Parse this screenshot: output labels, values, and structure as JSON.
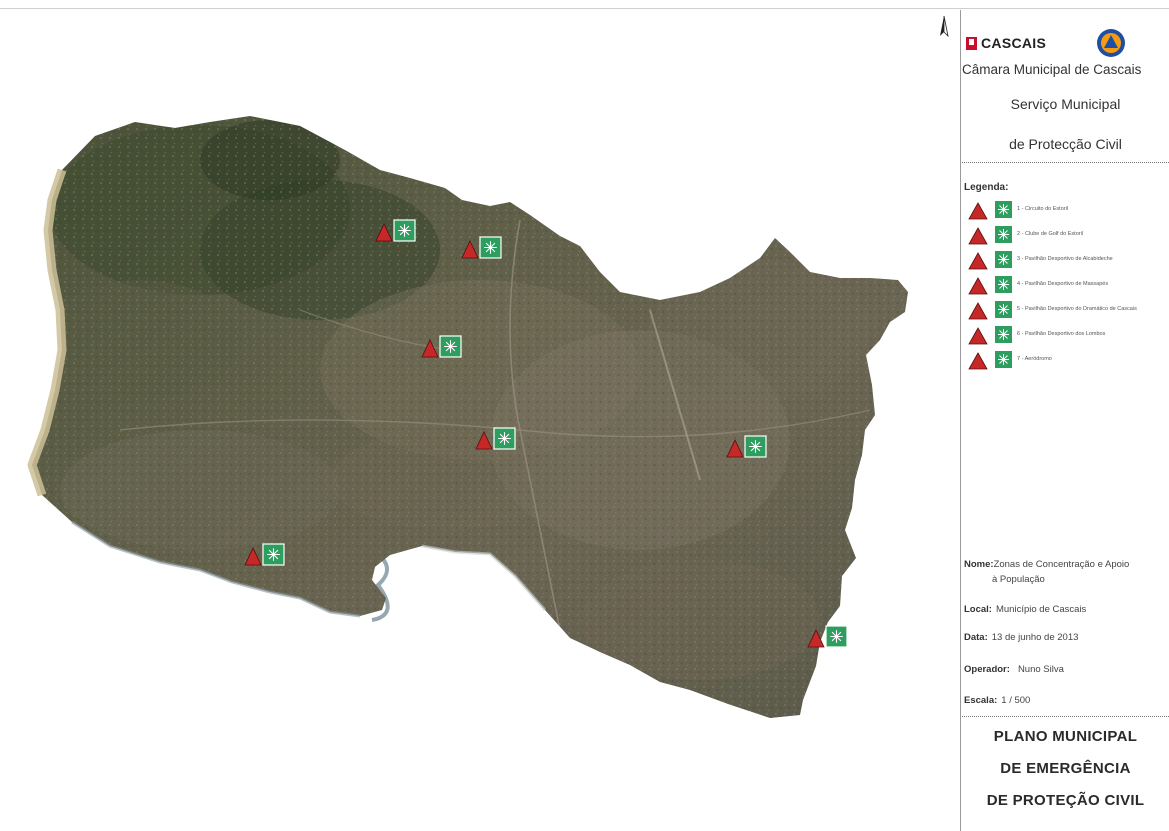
{
  "colors": {
    "hazard_red": "#c62828",
    "shelter_green": "#2e9e5e",
    "coast_sand": "#cdbf96",
    "sea_blue": "#2f4f66"
  },
  "map": {
    "markers": [
      {
        "id": 1,
        "icon": "warning-triangle-icon"
      },
      {
        "id": 2,
        "icon": "warning-triangle-icon"
      },
      {
        "id": 3,
        "icon": "warning-triangle-icon"
      },
      {
        "id": 4,
        "icon": "warning-triangle-icon"
      },
      {
        "id": 5,
        "icon": "warning-triangle-icon"
      },
      {
        "id": 6,
        "icon": "warning-triangle-icon"
      },
      {
        "id": 7,
        "icon": "warning-triangle-icon"
      },
      {
        "id": 8,
        "icon": "warning-triangle-icon"
      }
    ]
  },
  "header": {
    "brand": "CASCAIS",
    "municipality": "Câmara Municipal de Cascais",
    "service_line1": "Serviço Municipal",
    "service_line2": "de Protecção Civil"
  },
  "legend": {
    "title": "Legenda:",
    "items": [
      "1 - Circuito do Estoril",
      "2 - Clube de Golf do Estoril",
      "3 - Pavilhão Desportivo de Alcabideche",
      "4 - Pavilhão Desportivo de Massapés",
      "5 - Pavilhão Desportivo do Dramático de Cascais",
      "6 - Pavilhão Desportivo dos Lombos",
      "7 - Aeródromo"
    ]
  },
  "info": {
    "nome_label": "Nome:",
    "nome_value": "Zonas de Concentração e Apoio",
    "nome_value2": "à População",
    "local_label": "Local:",
    "local_value": "Município de Cascais",
    "data_label": "Data:",
    "data_value": "13 de junho de 2013",
    "operador_label": "Operador:",
    "operador_value": "Nuno Silva",
    "escala_label": "Escala:",
    "escala_value": "1 / 500"
  },
  "plan": {
    "line1": "PLANO MUNICIPAL",
    "line2": "DE EMERGÊNCIA",
    "line3": "DE PROTEÇÃO CIVIL"
  }
}
